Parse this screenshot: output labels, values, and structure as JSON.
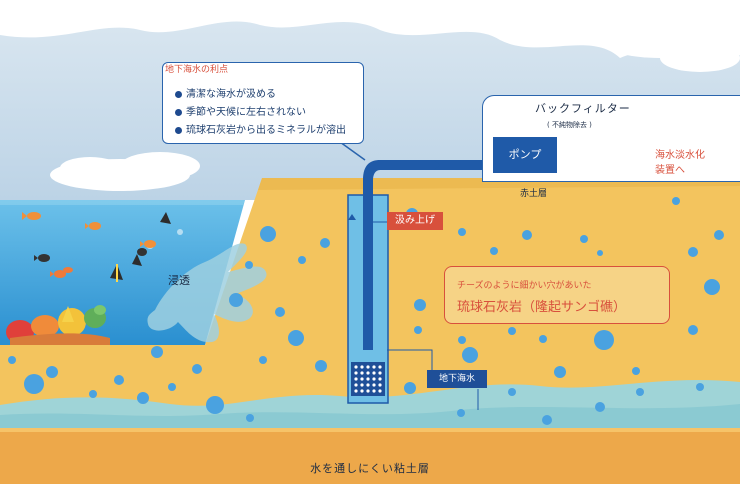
{
  "callout": {
    "title": "地下海水の利点",
    "merits": [
      "清潔な海水が汲める",
      "季節や天候に左右されない",
      "琉球石灰岩から出るミネラルが溶出"
    ]
  },
  "labels": {
    "back_filter": "バックフィルター",
    "back_filter_sub": "( 不純物除去 )",
    "pump": "ポンプ",
    "desal_line1": "海水淡水化",
    "desal_line2": "装置へ",
    "red_soil": "赤土層",
    "pump_up": "汲み上げ",
    "seepage": "浸透",
    "rock_desc": "チーズのように細かい穴があいた",
    "rock_name": "琉球石灰岩（隆起サンゴ礁）",
    "groundwater": "地下海水",
    "clay_layer": "水を通しにくい粘土層"
  },
  "colors": {
    "sky": "#c8dbea",
    "sea": "#3aa3d9",
    "sand": "#f3c45e",
    "clay": "#eea94a",
    "groundwater": "#9dd3d6",
    "pipe": "#1f5aa8",
    "accent_red": "#d8503c"
  },
  "icons": [
    "fish-icon",
    "coral-icon",
    "bubble-icon",
    "filter-mesh-icon",
    "pump-arrow-icon"
  ]
}
